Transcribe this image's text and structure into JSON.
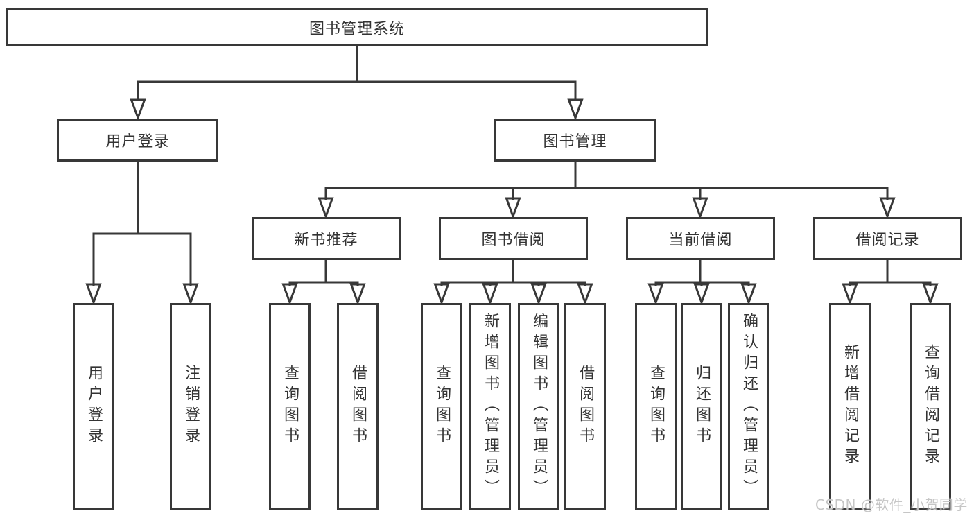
{
  "diagram_title": "图书管理系统",
  "tree": {
    "root": "图书管理系统",
    "level2": [
      {
        "label": "用户登录",
        "children": [
          "用户登录",
          "注销登录"
        ]
      },
      {
        "label": "图书管理"
      }
    ],
    "groups": [
      {
        "label": "新书推荐",
        "children": [
          "查询图书",
          "借阅图书"
        ]
      },
      {
        "label": "图书借阅",
        "children": [
          "查询图书",
          "新增图书（管理员）",
          "编辑图书（管理员）",
          "借阅图书"
        ]
      },
      {
        "label": "当前借阅",
        "children": [
          "查询图书",
          "归还图书",
          "确认归还（管理员）"
        ]
      },
      {
        "label": "借阅记录",
        "children": [
          "新增借阅记录",
          "查询借阅记录"
        ]
      }
    ]
  },
  "watermark": "CSDN @软件_小贺同学",
  "colors": {
    "line": "#383838",
    "text": "#333333",
    "box_background": "#ffffff",
    "watermark": "#c6c6c6",
    "background": "#ffffff"
  }
}
